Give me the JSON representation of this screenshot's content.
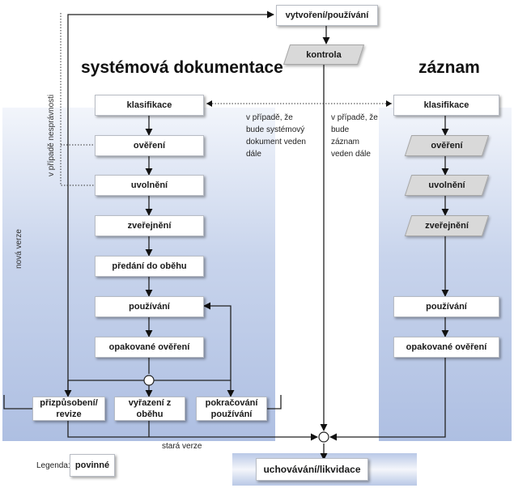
{
  "titles": {
    "system_docs": "systémová dokumentace",
    "record": "záznam"
  },
  "top": {
    "create_use": "vytvoření/používání",
    "control": "kontrola"
  },
  "left_flow": {
    "classification": "klasifikace",
    "verification": "ověření",
    "release": "uvolnění",
    "publication": "zveřejnění",
    "circulation": "předání do oběhu",
    "usage": "používání",
    "reverification": "opakované ověření",
    "adaptation": "přizpůsobení/ revize",
    "withdrawal": "vyřazení z oběhu",
    "continued_use": "pokračování používání"
  },
  "right_flow": {
    "classification": "klasifikace",
    "verification": "ověření",
    "release": "uvolnění",
    "publication": "zveřejnění",
    "usage": "používání",
    "reverification": "opakované ověření"
  },
  "notes": {
    "if_system_doc": "v případě, že bude systémový dokument veden dále",
    "if_record": "v případě, že bude záznam veden dále",
    "if_incorrect": "v případě nesprávnosti",
    "new_version": "nová verze",
    "old_version": "stará verze"
  },
  "bottom": {
    "retention": "uchovávání/likvidace"
  },
  "legend": {
    "label": "Legenda:",
    "mandatory": "povinné"
  }
}
